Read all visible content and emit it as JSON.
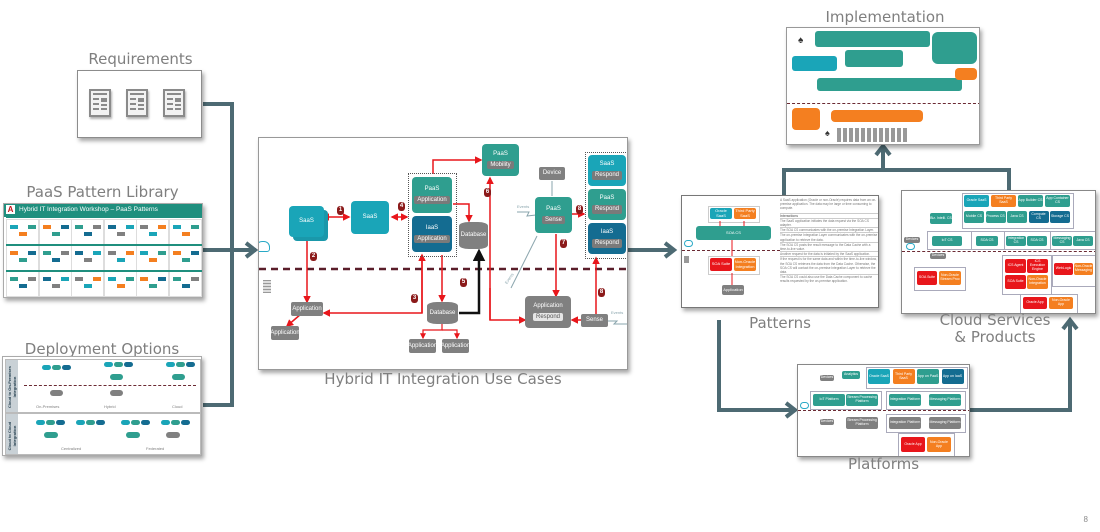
{
  "page_number": "8",
  "colors": {
    "connector": "#4d6a73",
    "teal": "#2f9e8f",
    "cyan": "#1aa5b8",
    "navy": "#146c91",
    "gray": "#808080",
    "orange": "#f47f20",
    "red": "#e8161b",
    "boundary": "#6b2a33",
    "arrow_red": "#e8161b"
  },
  "sections": {
    "requirements": {
      "title": "Requirements",
      "icons": [
        "document-icon",
        "document-icon",
        "document-icon"
      ]
    },
    "pattern_library": {
      "title": "PaaS Pattern Library",
      "banner": "Hybrid IT Integration Workshop – PaaS Patterns"
    },
    "deployment_options": {
      "title": "Deployment Options",
      "rows": [
        {
          "label": "Cloud to On-Premises Integration",
          "options": [
            "On-Premises",
            "Hybrid",
            "Cloud"
          ]
        },
        {
          "label": "Cloud to Cloud Integration",
          "options": [
            "Centralized",
            "Federated"
          ]
        }
      ]
    },
    "use_cases": {
      "title": "Hybrid IT Integration Use Cases",
      "nodes": {
        "saas1": "SaaS",
        "saas2": "SaaS",
        "paas_app": {
          "top": "PaaS",
          "inner": "Application"
        },
        "iaas_app": {
          "top": "IaaS",
          "inner": "Application"
        },
        "paas_mobility": {
          "top": "PaaS",
          "inner": "Mobility"
        },
        "database_cloud": "Database",
        "device": "Device",
        "paas_sense": {
          "top": "PaaS",
          "inner": "Sense"
        },
        "saas_respond": {
          "top": "SaaS",
          "inner": "Respond"
        },
        "paas_respond": {
          "top": "PaaS",
          "inner": "Respond"
        },
        "iaas_respond": {
          "top": "IaaS",
          "inner": "Respond"
        },
        "application_main": "Application",
        "application_sub": "Application",
        "database_onprem": "Database",
        "app_db_1": "Application",
        "app_db_2": "Application",
        "application_respond": {
          "top": "Application",
          "inner": "Respond"
        },
        "sense_onprem": "Sense",
        "events_1": "Events",
        "events_2": "Events",
        "events_3": "Events"
      },
      "steps": [
        "1",
        "2",
        "3",
        "4",
        "5",
        "6",
        "7",
        "8",
        "8"
      ]
    },
    "implementation": {
      "title": "Implementation"
    },
    "patterns": {
      "title": "Patterns",
      "diagram": {
        "oracle_saas": "Oracle SaaS",
        "third_party_saas": "Third Party SaaS",
        "soa_cs": "SOA CS",
        "soa_suite": "SOA Suite",
        "non_oracle": "Non-Oracle Integration",
        "application": "Application"
      },
      "intro": "A SaaS application (Oracle or non-Oracle) requires data from an on-premise application. The data may be large or time consuming to compute.",
      "interactions_header": "Interactions",
      "steps": [
        "The SaaS application initiates the data request via the SOA CS adapter.",
        "The SOA CS communicates with the on-premise Integration Layer.",
        "The on-premise Integration Layer communicates with the on-premise application to retrieve the data.",
        "The SOA CS posts the result message to the Data Cache with a time-to-live value.",
        "Another request for the data is initiated by the SaaS application.",
        "If the request is for the same data and within the time-to-live window, the SOA CS retrieves the data from the Data Cache. Otherwise, the SOA CS will contact the on-premise Integration Layer to retrieve the data."
      ],
      "footer": "The SOA CS could also use the Data Cache component to cache results requested by the on-premise application."
    },
    "cloud_services": {
      "title_line1": "Cloud Services",
      "title_line2": "& Products",
      "top_row": [
        "Oracle SaaS",
        "Third Party SaaS",
        "App Builder CS",
        "App Container CS"
      ],
      "second_row": [
        "Mobile CS",
        "Process CS",
        "Java CS",
        "Compute CS",
        "Storage CS"
      ],
      "cloud_platforms": [
        "IoT Platform",
        "Stream Processing Platform",
        "Integration Platform",
        "Messaging Platform"
      ],
      "cloud_items": [
        "Biz. Intelli. CS",
        "IoT CS",
        "SOA CS",
        "Integration CS",
        "SOA CS",
        "Messaging CS",
        "Java CS",
        "Devices"
      ],
      "onprem_platforms": [
        "Stream Processing Platform",
        "Integration Platform",
        "Messaging Platform"
      ],
      "onprem_items": [
        "Devices",
        "SOA Suite",
        "Non-Oracle Stream Proc",
        "ICS Agent",
        "ICS Execution Engine",
        "SOA Suite",
        "Non-Oracle Integration",
        "WebLogic",
        "Non-Oracle Messaging",
        "Oracle App",
        "Non-Oracle App"
      ]
    },
    "platforms": {
      "title": "Platforms",
      "top_row": [
        "Oracle SaaS",
        "Third Party SaaS",
        "App on PaaS",
        "App on IaaS"
      ],
      "cloud": [
        "Devices",
        "Analytics",
        "IoT Platform",
        "Stream Processing Platform",
        "Integration Platform",
        "Messaging Platform"
      ],
      "onprem": [
        "Devices",
        "Stream Processing Platform",
        "Integration Platform",
        "Messaging Platform",
        "Oracle App",
        "Non-Oracle App"
      ]
    }
  }
}
